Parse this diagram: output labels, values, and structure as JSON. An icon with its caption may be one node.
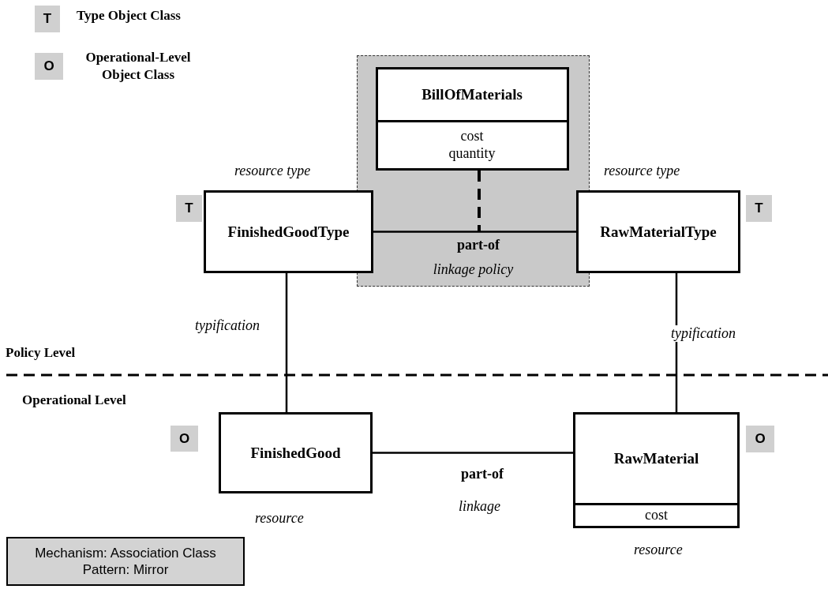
{
  "diagram": {
    "nodes": [
      {
        "text": [
          "T"
        ],
        "beside": [
          "Type Object Class"
        ]
      },
      {
        "text": [
          "O"
        ],
        "beside": [
          "Operational-Level Object Class"
        ]
      },
      {
        "text": [
          "linkage policy"
        ]
      },
      {
        "text": [
          "BillOfMaterials",
          "cost quantity"
        ],
        "in": 2
      },
      {
        "text": [
          "T"
        ]
      },
      {
        "text": [
          "FinishedGoodType"
        ],
        "beside": [
          "resource type"
        ]
      },
      {
        "text": [
          "RawMaterialType"
        ],
        "beside": [
          "resource type"
        ]
      },
      {
        "text": [
          "T"
        ]
      },
      {
        "text": [
          "O"
        ]
      },
      {
        "text": [
          "FinishedGood"
        ],
        "beside": [
          "resource"
        ]
      },
      {
        "text": [
          "RawMaterial",
          "cost"
        ],
        "beside": [
          "resource"
        ]
      },
      {
        "text": [
          "O"
        ]
      },
      {
        "text": [
          "Mechanism: Association Class Pattern: Mirror"
        ]
      }
    ],
    "edges": [
      {
        "from": 5,
        "to": 6,
        "arrow": "none",
        "label": "part-of"
      },
      {
        "from": 3,
        "to": null,
        "arrow": "none",
        "style": "dashed"
      },
      {
        "from": 5,
        "to": 9,
        "arrow": "none",
        "label": "typification"
      },
      {
        "from": 6,
        "to": 10,
        "arrow": "none",
        "label": "typification"
      },
      {
        "from": 9,
        "to": 10,
        "arrow": "none",
        "label": "part-of"
      }
    ],
    "labels": [
      "Policy Level",
      "Operational Level",
      "linkage"
    ]
  }
}
